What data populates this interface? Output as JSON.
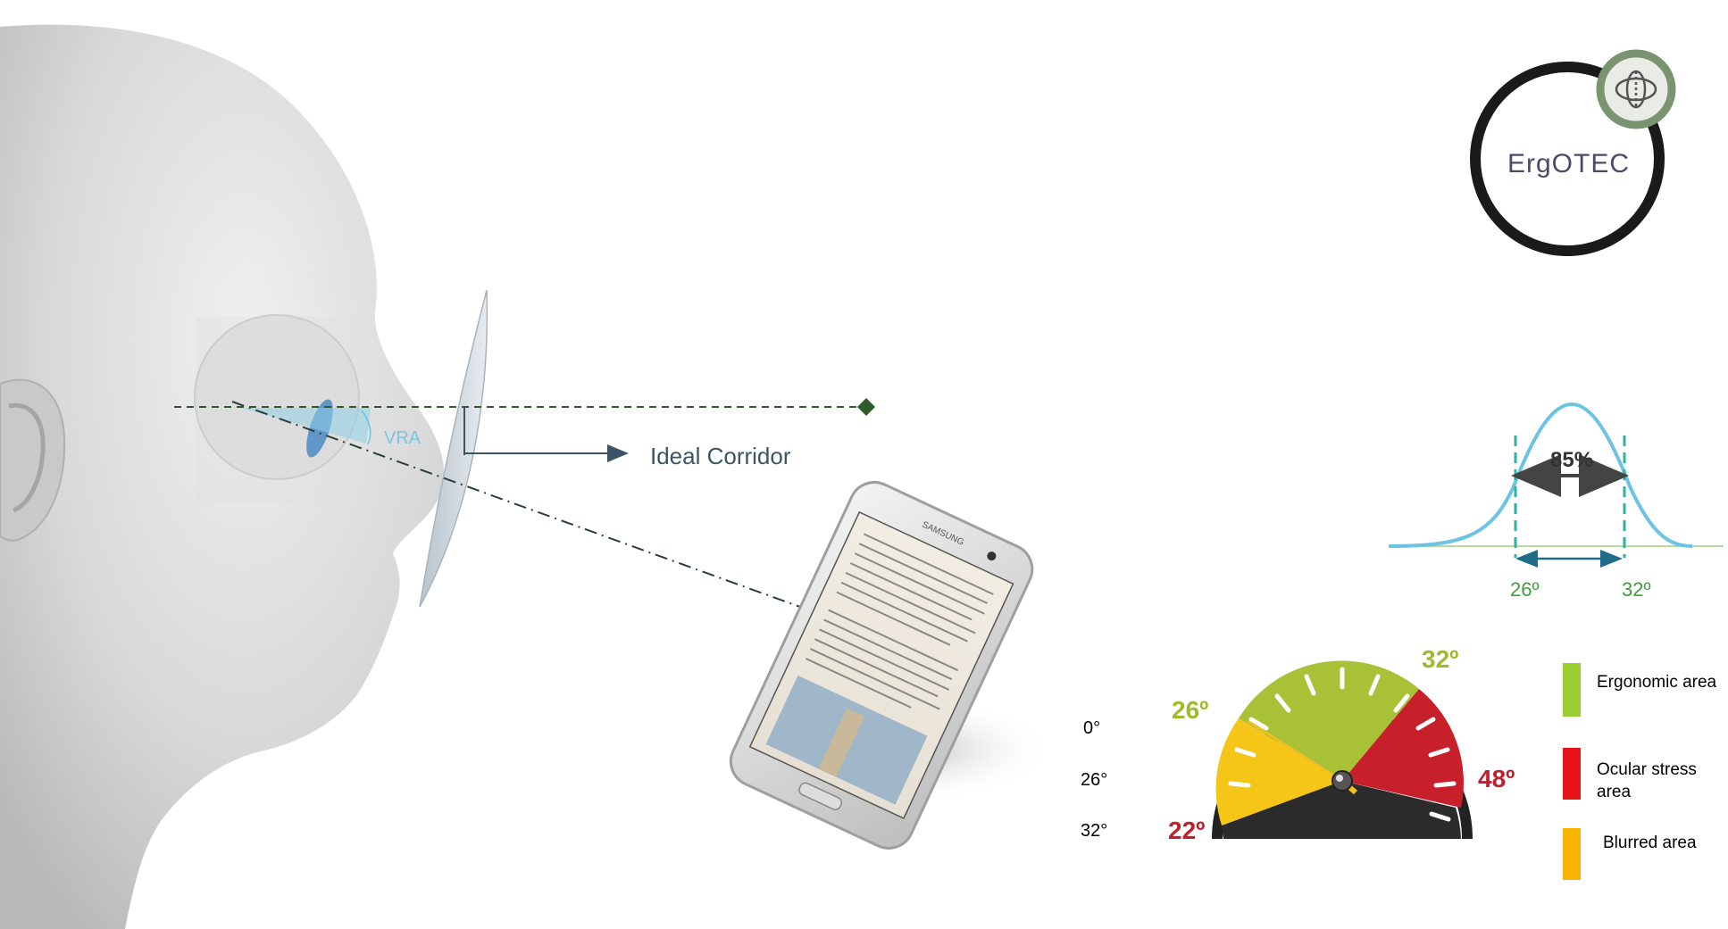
{
  "logo": {
    "text": "ErgOTEC"
  },
  "eye_diagram": {
    "vra_label": "VRA",
    "corridor_label": "Ideal Corridor"
  },
  "phone": {
    "brand": "SAMSUNG"
  },
  "angle_list": [
    "0°",
    "26°",
    "32°"
  ],
  "bell_curve": {
    "percent_label": "85%",
    "left_angle": "26º",
    "right_angle": "32º"
  },
  "gauge": {
    "labels": {
      "left_low": "22º",
      "left_mid": "26º",
      "right_mid": "32º",
      "right_high": "48º"
    }
  },
  "legend": [
    {
      "label_lines": [
        "Ergonomic area"
      ],
      "color": "#9ACD32"
    },
    {
      "label_lines": [
        "Ocular stress",
        "area"
      ],
      "color": "#E8141B"
    },
    {
      "label_lines": [
        "Blurred area"
      ],
      "color": "#F7B500"
    }
  ],
  "colors": {
    "green_label": "#9DBB2E",
    "red_label": "#C0202A",
    "corridor_text": "#3B5566",
    "vra_text": "#7FC4E0",
    "curve": "#6CC3E4",
    "teal_dash": "#2BB3A0",
    "curve_angle": "#3E9E3C"
  }
}
